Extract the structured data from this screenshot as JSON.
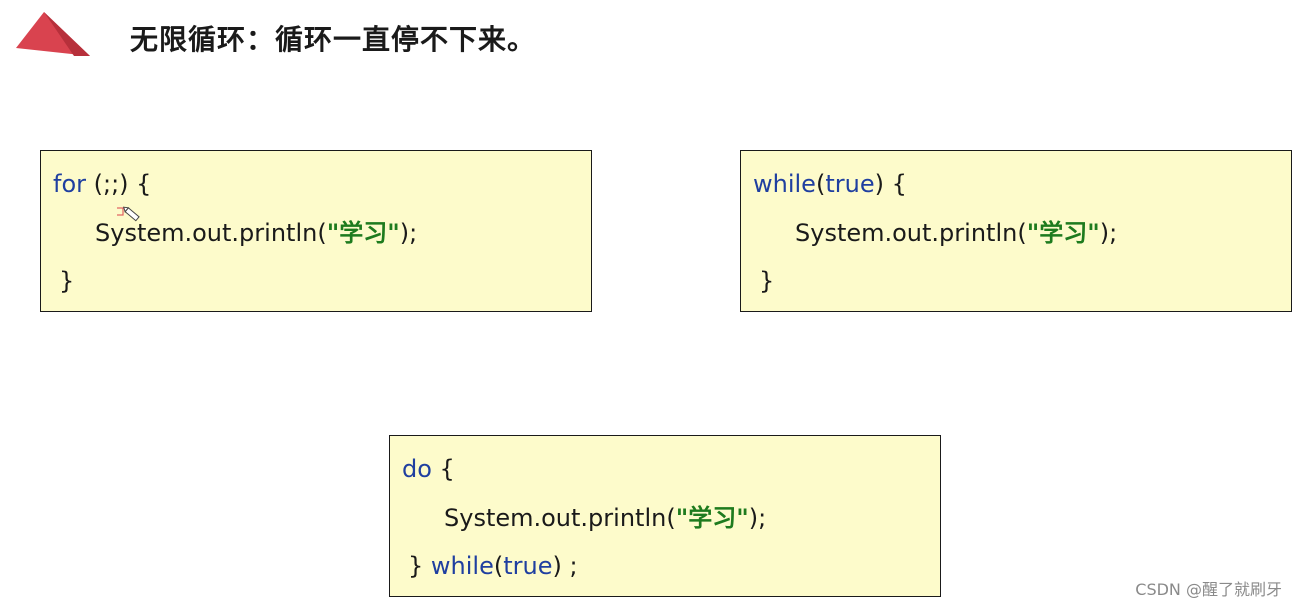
{
  "header": {
    "logo_icon": "red-triangle-logo",
    "title": "无限循环：循环一直停不下来。"
  },
  "colors": {
    "keyword": "#1f3fa0",
    "string": "#1e7b1e",
    "box_background": "#fdfbcb",
    "logo": "#d9434f"
  },
  "boxes": {
    "for_loop": {
      "line1_keyword": "for",
      "line1_rest": " (;;) {",
      "line2_prefix": "System.out.println(",
      "line2_string": "\"学习\"",
      "line2_suffix": ");",
      "line3": "}"
    },
    "while_loop": {
      "line1_keyword": "while",
      "line1_paren_open": "(",
      "line1_value": "true",
      "line1_rest": ") {",
      "line2_prefix": "System.out.println(",
      "line2_string": "\"学习\"",
      "line2_suffix": ");",
      "line3": "}"
    },
    "do_while_loop": {
      "line1_keyword": "do",
      "line1_rest": " {",
      "line2_prefix": "System.out.println(",
      "line2_string": "\"学习\"",
      "line2_suffix": ");",
      "line3_brace": "} ",
      "line3_keyword": "while",
      "line3_paren_open": "(",
      "line3_value": "true",
      "line3_rest": ") ;"
    }
  },
  "cursor_icon": "pencil-cursor-icon",
  "watermark": "CSDN @醒了就刷牙"
}
